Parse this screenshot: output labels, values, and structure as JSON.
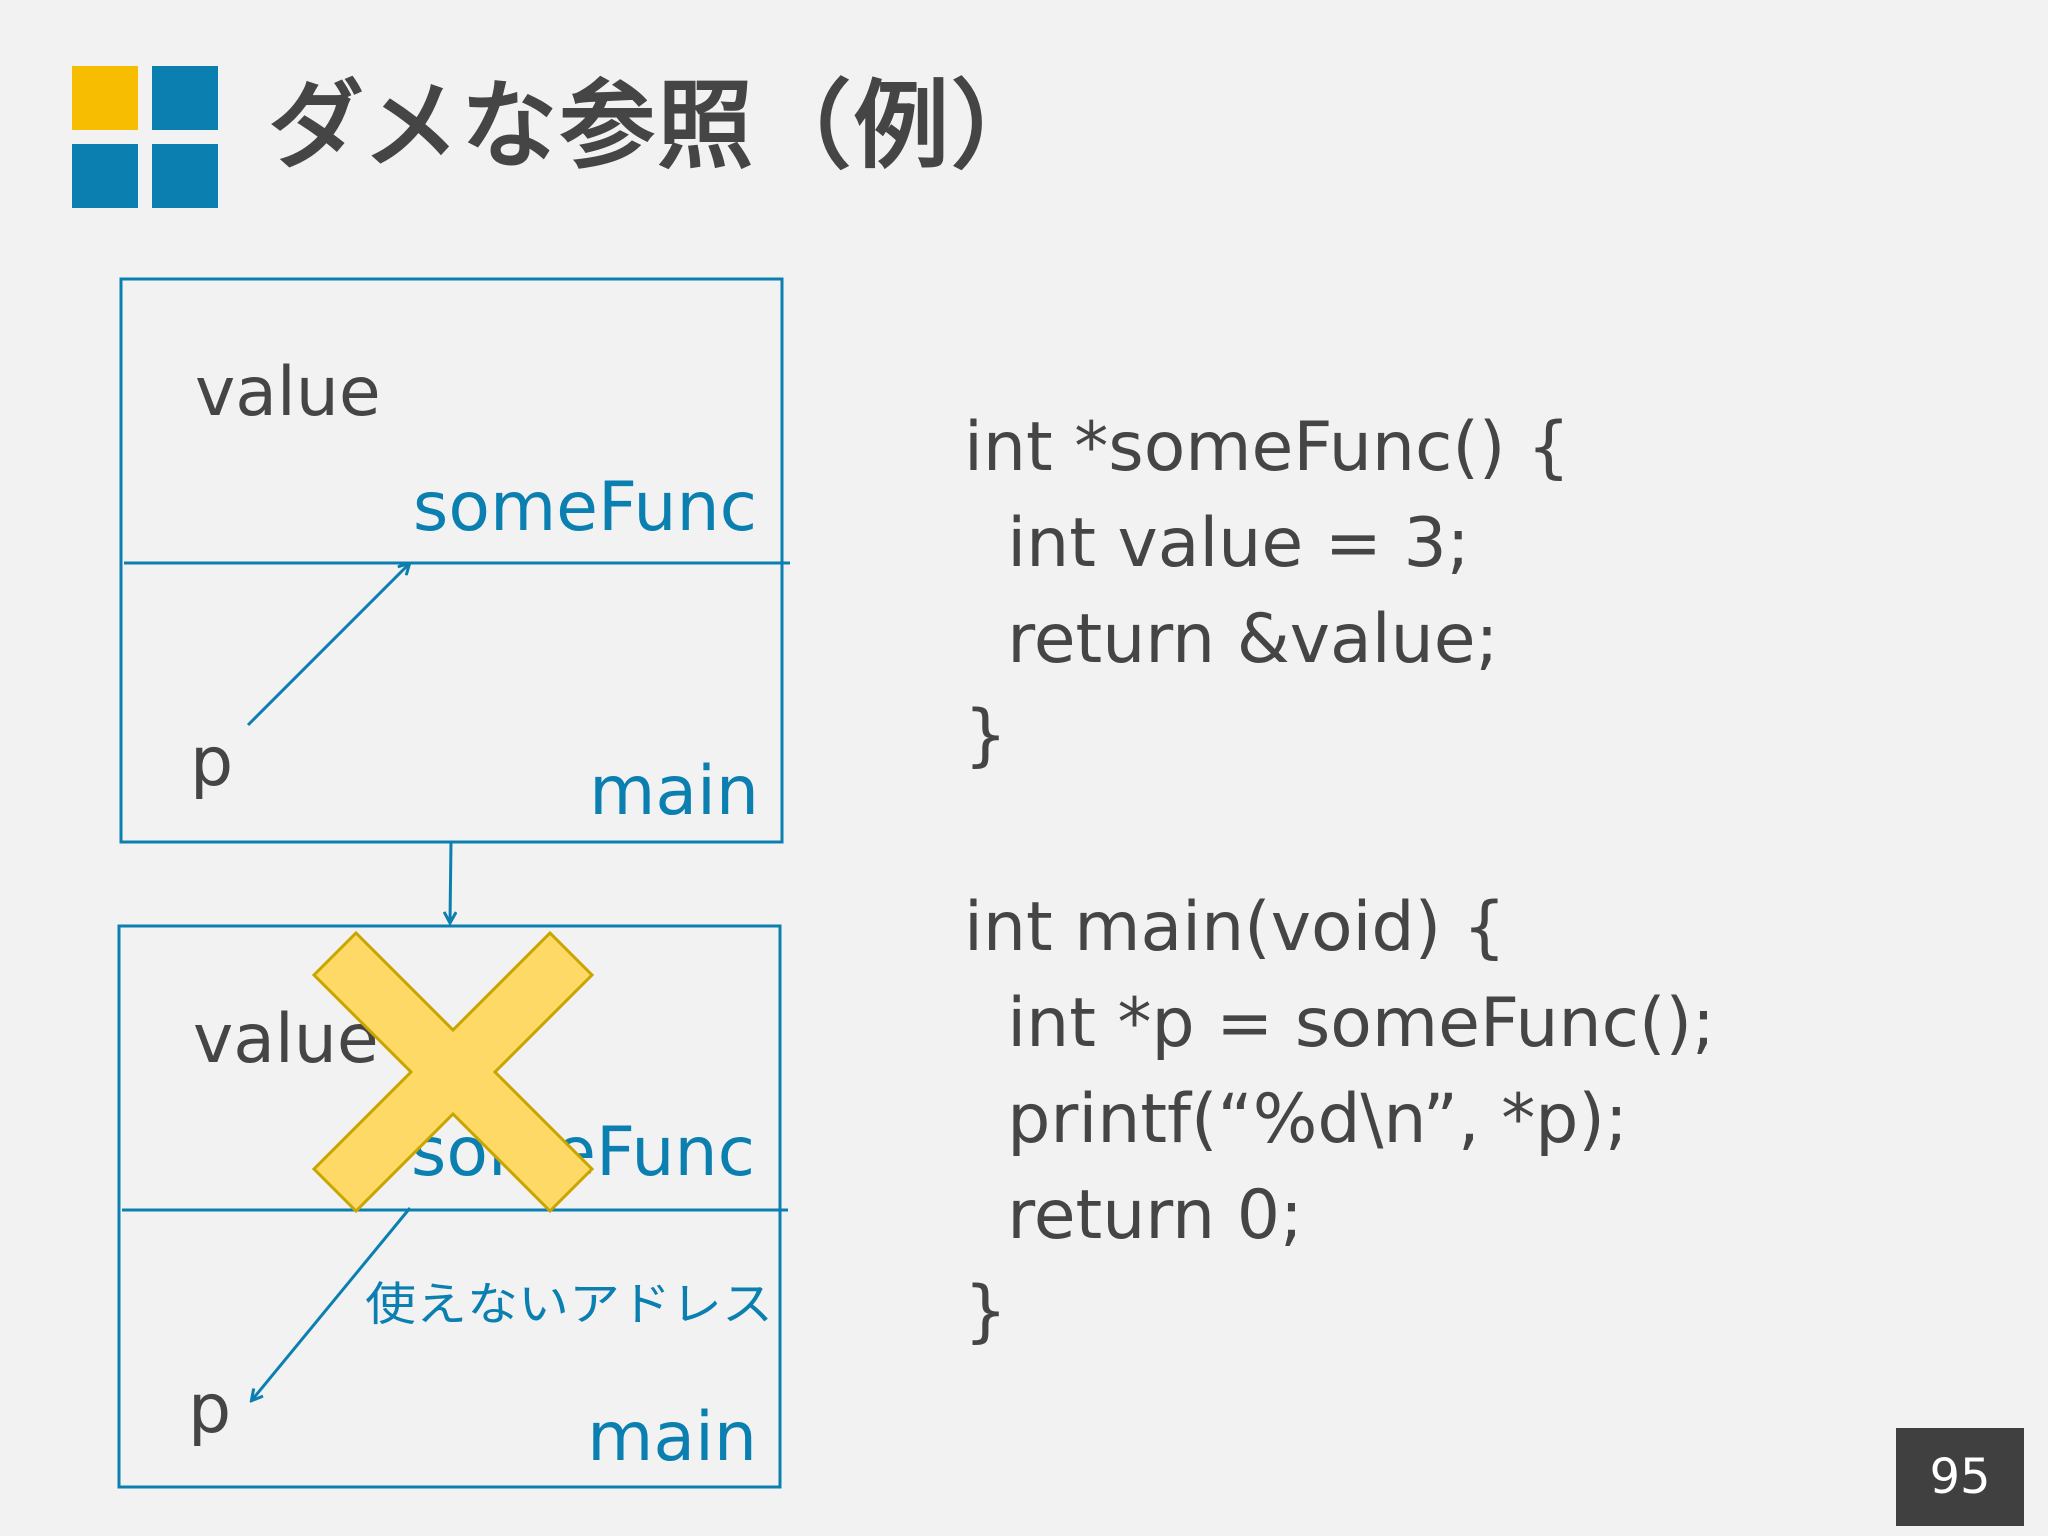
{
  "slide": {
    "title": "ダメな参照（例）",
    "page_number": "95"
  },
  "colors": {
    "accent_blue": "#0a7fb0",
    "accent_yellow": "#f7bd00",
    "cross_fill": "#ffd966",
    "cross_stroke": "#c9a500",
    "text_dark": "#454545"
  },
  "icons": {
    "logo": "four-squares-icon",
    "invalid": "x-cross-icon"
  },
  "diagram": {
    "before": {
      "value_label": "value",
      "somefunc_label": "someFunc",
      "p_label": "p",
      "main_label": "main"
    },
    "after": {
      "value_label": "value",
      "somefunc_label": "someFunc",
      "p_label": "p",
      "main_label": "main",
      "unusable_label": "使えないアドレス"
    }
  },
  "code": {
    "lines": [
      "int *someFunc() {",
      "  int value = 3;",
      "  return &value;",
      "}",
      "",
      "int main(void) {",
      "  int *p = someFunc();",
      "  printf(“%d\\n”, *p);",
      "  return 0;",
      "}"
    ]
  }
}
